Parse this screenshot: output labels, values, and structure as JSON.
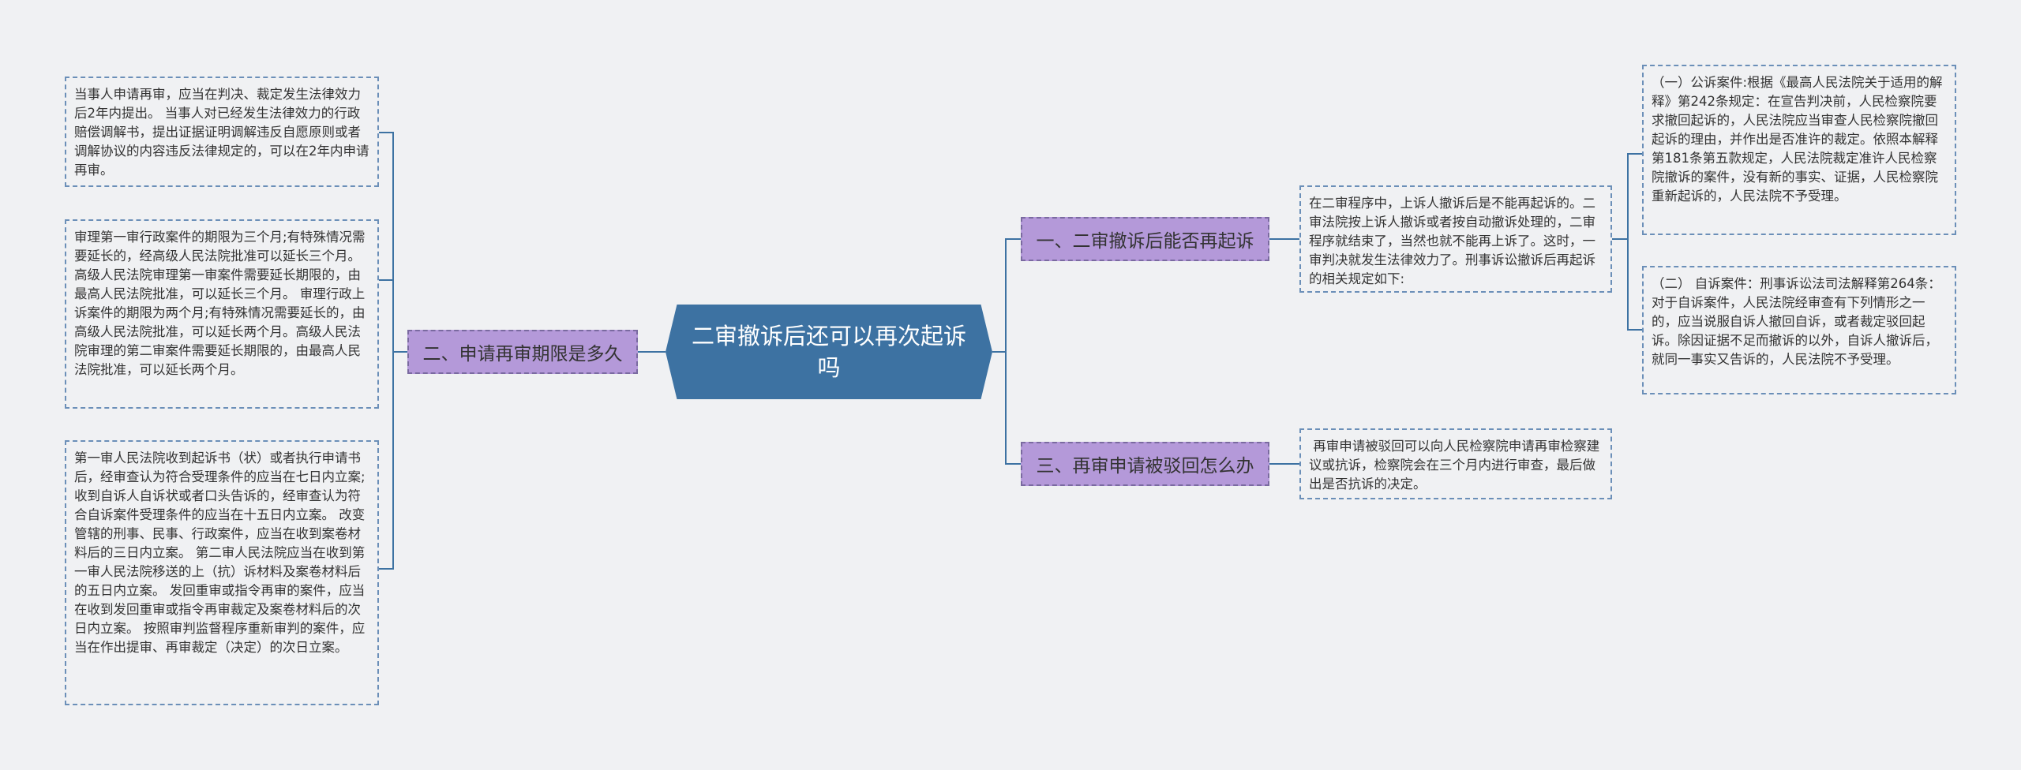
{
  "center": {
    "label": "二审撤诉后还可以再次起诉吗"
  },
  "branches": {
    "b1": {
      "label": "一、二审撤诉后能否再起诉"
    },
    "b2": {
      "label": "二、申请再审期限是多久"
    },
    "b3": {
      "label": "三、再审申请被驳回怎么办"
    }
  },
  "leaves": {
    "b1_main": "在二审程序中，上诉人撤诉后是不能再起诉的。二审法院按上诉人撤诉或者按自动撤诉处理的，二审程序就结束了，当然也就不能再上诉了。这时，一审判决就发生法律效力了。刑事诉讼撤诉后再起诉的相关规定如下:",
    "b1_sub1": "（一）公诉案件:根据《最高人民法院关于适用的解释》第242条规定：在宣告判决前，人民检察院要求撤回起诉的，人民法院应当审查人民检察院撤回起诉的理由，并作出是否准许的裁定。依照本解释第181条第五款规定，人民法院裁定准许人民检察院撤诉的案件，没有新的事实、证据，人民检察院重新起诉的，人民法院不予受理。",
    "b1_sub2": "（二） 自诉案件：刑事诉讼法司法解释第264条：对于自诉案件，人民法院经审查有下列情形之一的，应当说服自诉人撤回自诉，或者裁定驳回起诉。除因证据不足而撤诉的以外，自诉人撤诉后，就同一事实又告诉的，人民法院不予受理。",
    "b2_a": "当事人申请再审，应当在判决、裁定发生法律效力后2年内提出。 当事人对已经发生法律效力的行政赔偿调解书，提出证据证明调解违反自愿原则或者调解协议的内容违反法律规定的，可以在2年内申请再审。",
    "b2_b": "审理第一审行政案件的期限为三个月;有特殊情况需要延长的，经高级人民法院批准可以延长三个月。高级人民法院审理第一审案件需要延长期限的，由最高人民法院批准，可以延长三个月。 审理行政上诉案件的期限为两个月;有特殊情况需要延长的，由高级人民法院批准，可以延长两个月。高级人民法院审理的第二审案件需要延长期限的，由最高人民法院批准，可以延长两个月。",
    "b2_c": "第一审人民法院收到起诉书（状）或者执行申请书后，经审查认为符合受理条件的应当在七日内立案;收到自诉人自诉状或者口头告诉的，经审查认为符合自诉案件受理条件的应当在十五日内立案。 改变管辖的刑事、民事、行政案件，应当在收到案卷材料后的三日内立案。 第二审人民法院应当在收到第一审人民法院移送的上（抗）诉材料及案卷材料后的五日内立案。 发回重审或指令再审的案件，应当在收到发回重审或指令再审裁定及案卷材料后的次日内立案。 按照审判监督程序重新审判的案件，应当在作出提审、再审裁定（决定）的次日立案。",
    "b3_main": " 再审申请被驳回可以向人民检察院申请再审检察建议或抗诉，检察院会在三个月内进行审查，最后做出是否抗诉的决定。"
  },
  "colors": {
    "background": "#f0f1f3",
    "center_fill": "#3d72a2",
    "branch_fill": "#b499d9",
    "branch_border": "#7a6aa0",
    "leaf_border": "#6b8fb8",
    "connector": "#3d72a2"
  }
}
